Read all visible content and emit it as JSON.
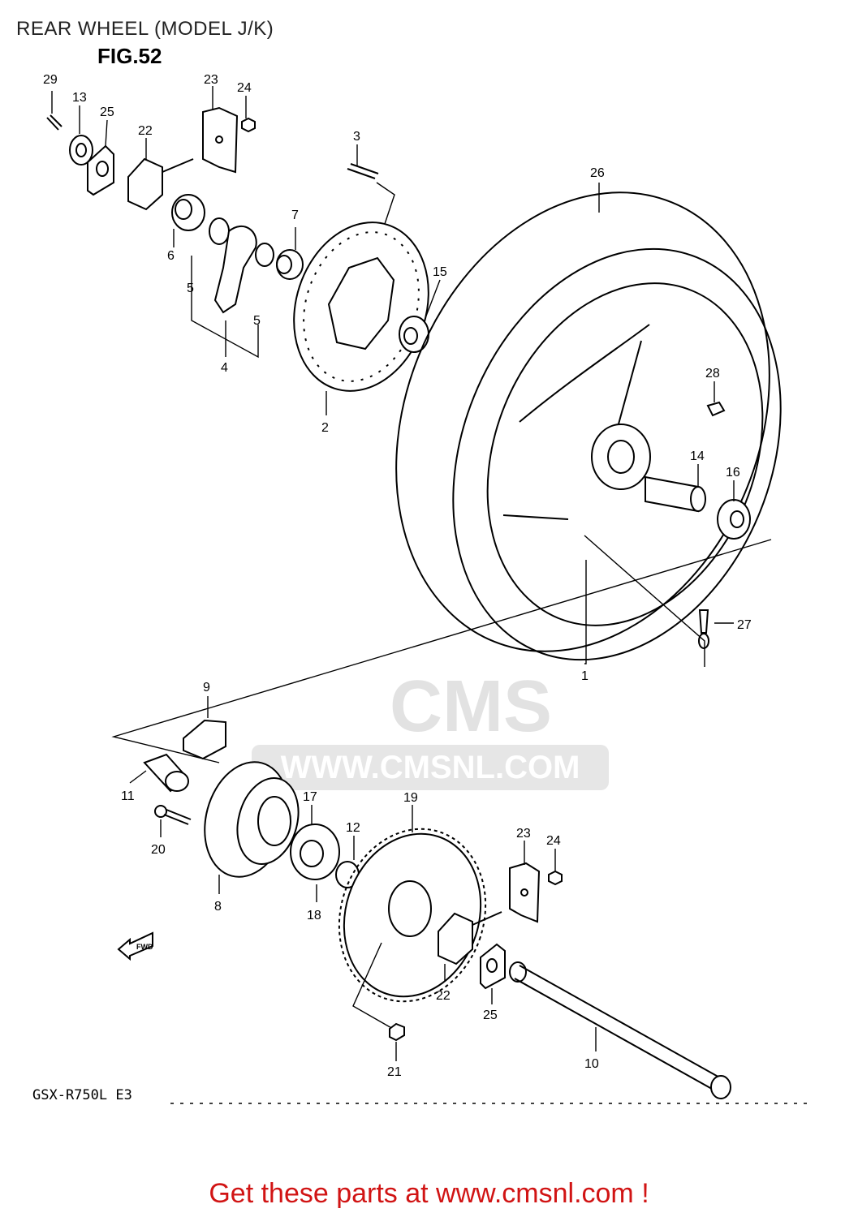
{
  "title": "REAR WHEEL (MODEL J/K)",
  "figure": "FIG.52",
  "model_code": "GSX-R750L E3",
  "footer_link": "Get these parts at www.cmsnl.com !",
  "watermark": {
    "brand": "CMS",
    "url": "WWW.CMSNL.COM"
  },
  "fwd_label": "FWD",
  "callouts": {
    "c29": "29",
    "c13": "13",
    "c25a": "25",
    "c22a": "22",
    "c23a": "23",
    "c24a": "24",
    "c3": "3",
    "c26": "26",
    "c7": "7",
    "c6": "6",
    "c5a": "5",
    "c5b": "5",
    "c4": "4",
    "c15": "15",
    "c2": "2",
    "c28": "28",
    "c14": "14",
    "c16": "16",
    "c27": "27",
    "c1": "1",
    "c9": "9",
    "c11": "11",
    "c17": "17",
    "c19": "19",
    "c12": "12",
    "c20": "20",
    "c8": "8",
    "c18": "18",
    "c23b": "23",
    "c24b": "24",
    "c22b": "22",
    "c25b": "25",
    "c10": "10",
    "c21": "21"
  },
  "colors": {
    "footer": "#d11414",
    "watermark": "#e2e2e2",
    "line": "#000000"
  }
}
